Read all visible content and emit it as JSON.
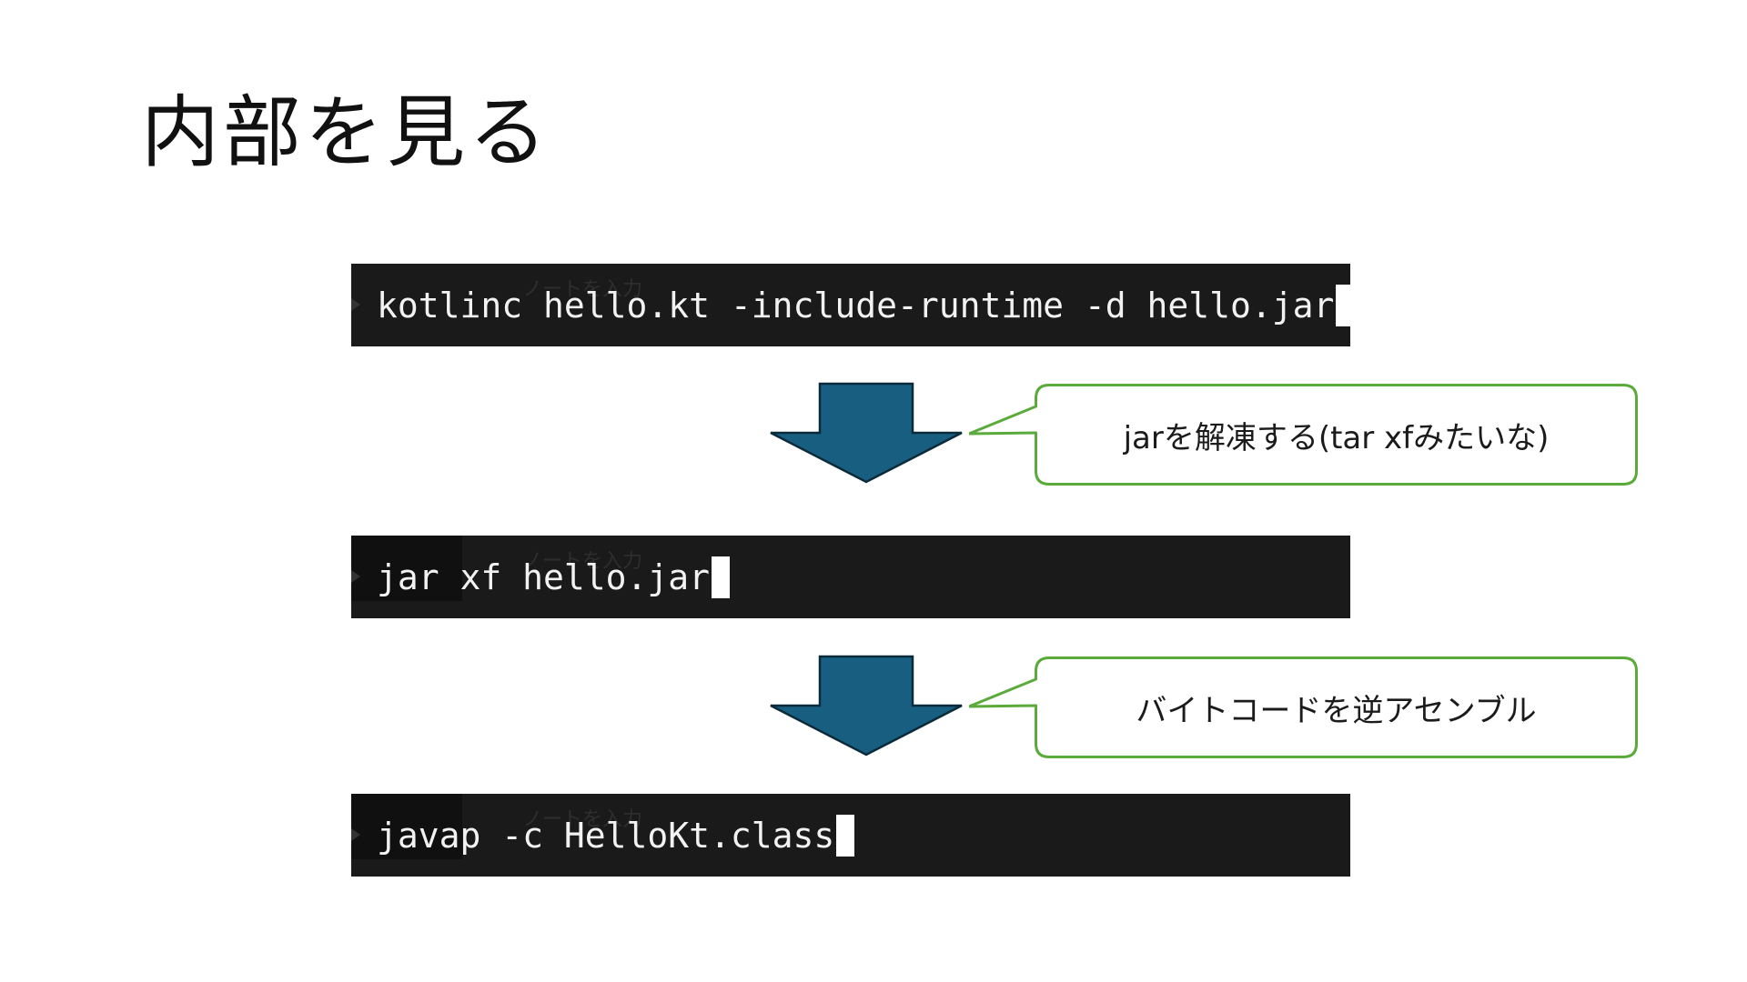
{
  "slide": {
    "title": "内部を見る"
  },
  "colors": {
    "terminal_bg": "#1a1a1a",
    "arrow_fill": "#175e80",
    "arrow_stroke": "#0b2a3a",
    "callout_border": "#5aab3c"
  },
  "steps": [
    {
      "command": "kotlinc hello.kt -include-runtime -d hello.jar",
      "ghost_note": "ノートを入力"
    },
    {
      "command": "jar xf hello.jar",
      "ghost_note": "ノートを入力"
    },
    {
      "command": "javap -c HelloKt.class",
      "ghost_note": "ノートを入力"
    }
  ],
  "callouts": [
    {
      "text": "jarを解凍する(tar xfみたいな)"
    },
    {
      "text": "バイトコードを逆アセンブル"
    }
  ],
  "icons": {
    "arrow": "down-arrow-icon",
    "cursor": "terminal-cursor"
  }
}
